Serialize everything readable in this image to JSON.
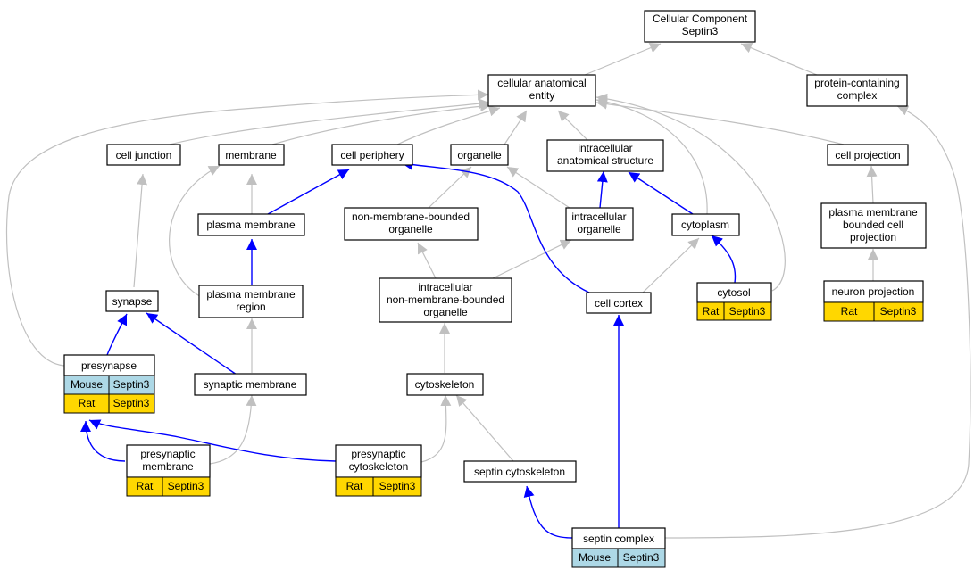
{
  "colors": {
    "mouse_cell": "#add8e6",
    "rat_cell": "#ffd700",
    "edge_generic": "#c0c0c0",
    "edge_septin": "#0000ff"
  },
  "nodes": {
    "root": [
      "Cellular Component",
      "Septin3"
    ],
    "cae": [
      "cellular anatomical",
      "entity"
    ],
    "pcc": [
      "protein-containing",
      "complex"
    ],
    "cell_junction": [
      "cell junction"
    ],
    "membrane": [
      "membrane"
    ],
    "cell_periphery": [
      "cell periphery"
    ],
    "organelle": [
      "organelle"
    ],
    "ias": [
      "intracellular",
      "anatomical structure"
    ],
    "cell_projection": [
      "cell projection"
    ],
    "plasma_membrane": [
      "plasma membrane"
    ],
    "nmbo": [
      "non-membrane-bounded",
      "organelle"
    ],
    "intra_organelle": [
      "intracellular",
      "organelle"
    ],
    "cytoplasm": [
      "cytoplasm"
    ],
    "pmbcp": [
      "plasma membrane",
      "bounded cell",
      "projection"
    ],
    "synapse": [
      "synapse"
    ],
    "pm_region": [
      "plasma membrane",
      "region"
    ],
    "inmbo": [
      "intracellular",
      "non-membrane-bounded",
      "organelle"
    ],
    "cell_cortex": [
      "cell cortex"
    ],
    "cytosol": [
      "cytosol"
    ],
    "neuron_projection": [
      "neuron projection"
    ],
    "presynapse": [
      "presynapse"
    ],
    "synaptic_membrane": [
      "synaptic membrane"
    ],
    "cytoskeleton": [
      "cytoskeleton"
    ],
    "presynaptic_membrane": [
      "presynaptic",
      "membrane"
    ],
    "presynaptic_cytoskeleton": [
      "presynaptic",
      "cytoskeleton"
    ],
    "septin_cytoskeleton": [
      "septin cytoskeleton"
    ],
    "septin_complex": [
      "septin complex"
    ]
  },
  "annotations": {
    "cytosol": [
      [
        "Rat",
        "Septin3"
      ]
    ],
    "neuron_projection": [
      [
        "Rat",
        "Septin3"
      ]
    ],
    "presynapse": [
      [
        "Mouse",
        "Septin3"
      ],
      [
        "Rat",
        "Septin3"
      ]
    ],
    "presynaptic_membrane": [
      [
        "Rat",
        "Septin3"
      ]
    ],
    "presynaptic_cytoskeleton": [
      [
        "Rat",
        "Septin3"
      ]
    ],
    "septin_complex": [
      [
        "Mouse",
        "Septin3"
      ]
    ]
  }
}
